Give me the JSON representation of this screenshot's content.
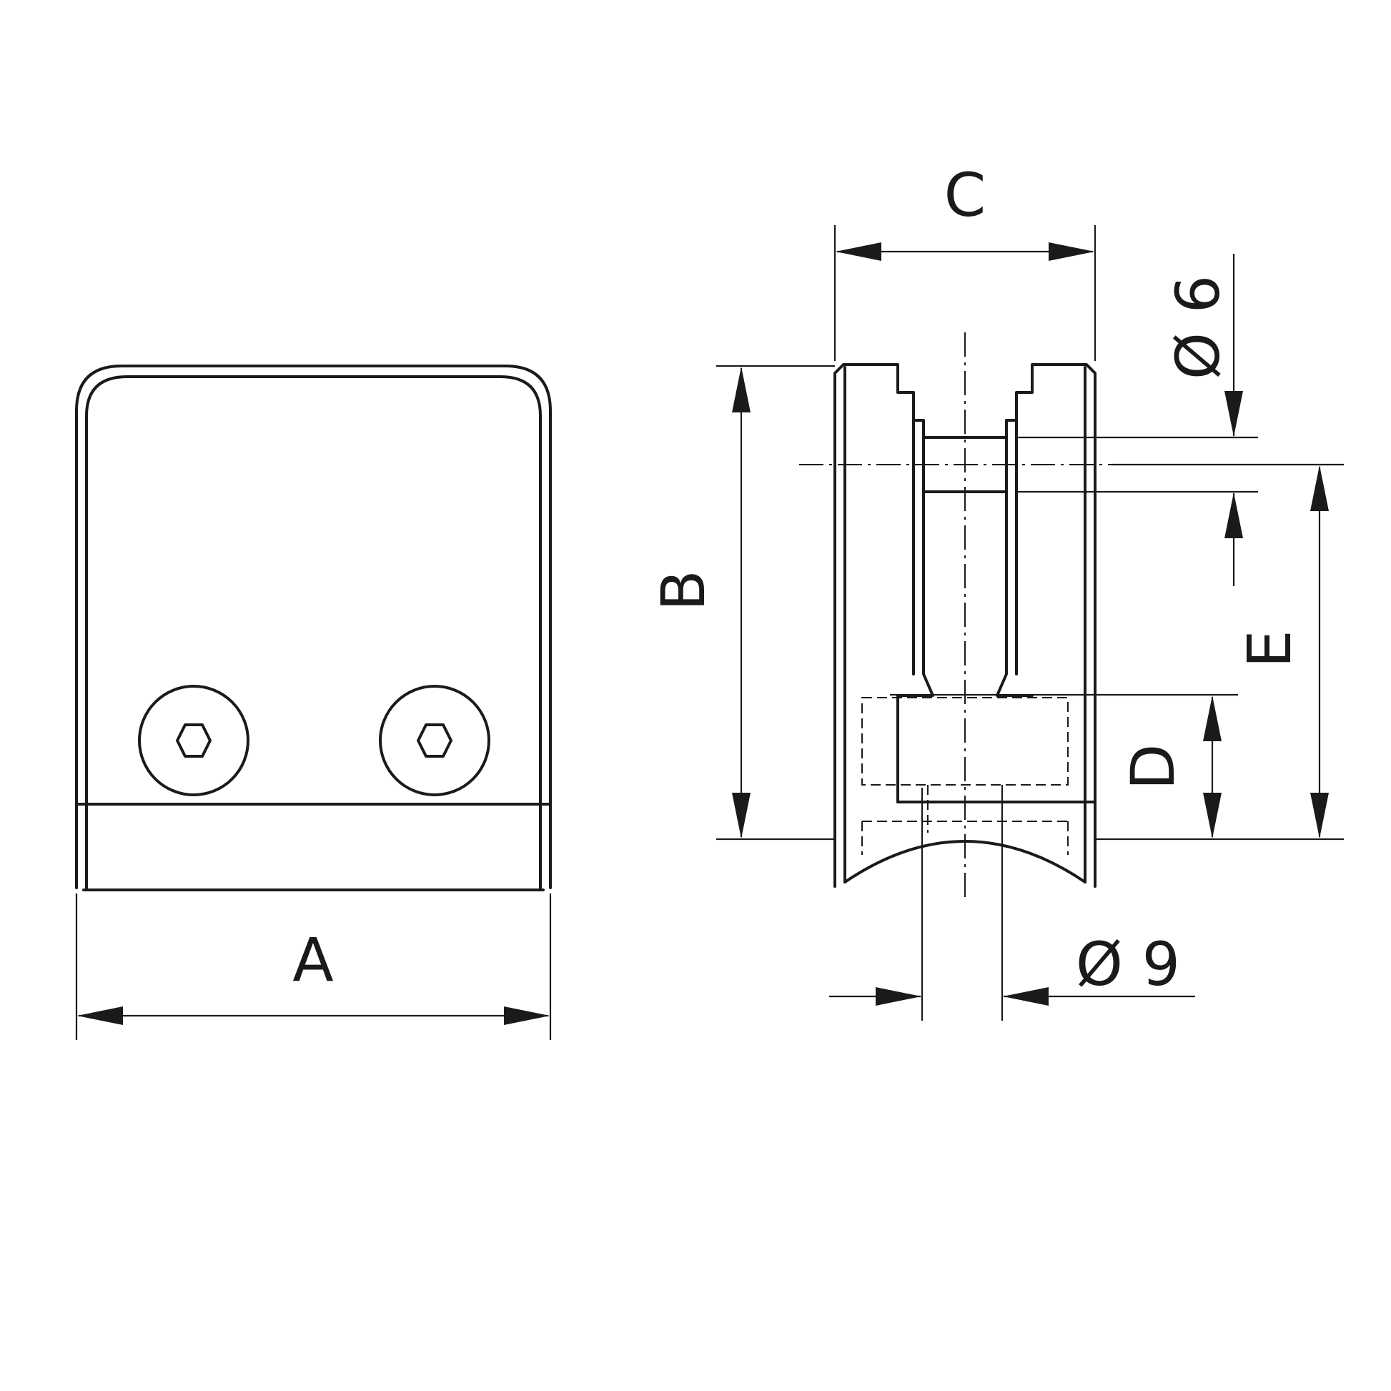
{
  "dimensions": {
    "a": "A",
    "b": "B",
    "c": "C",
    "d": "D",
    "e": "E",
    "hole_small": "Ø 6",
    "hole_large": "Ø 9"
  },
  "colors": {
    "line": "#1a1a1a",
    "background": "#ffffff"
  }
}
